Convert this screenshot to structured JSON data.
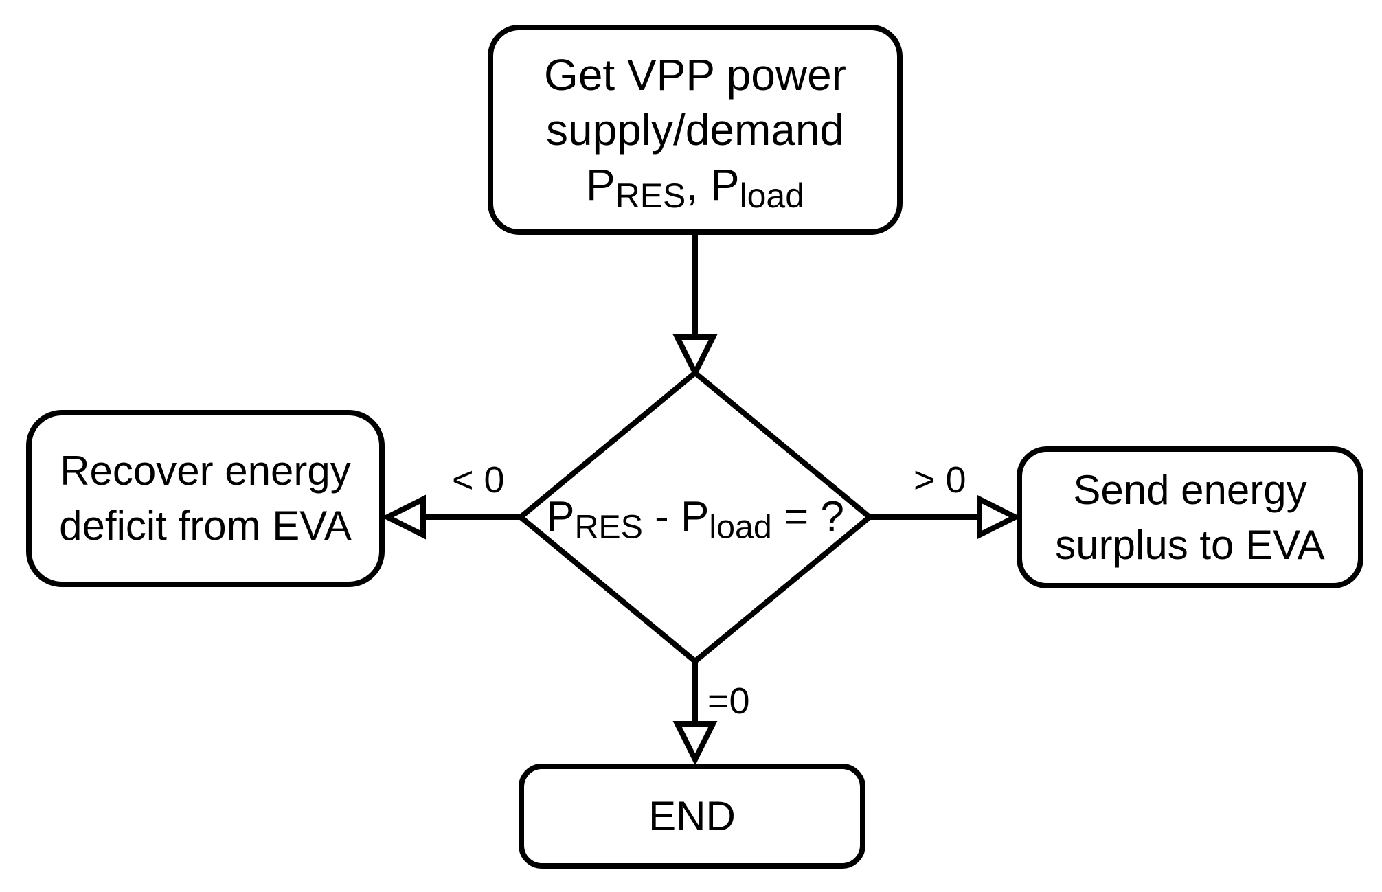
{
  "nodes": {
    "start": {
      "lines": [
        "Get VPP power",
        "supply/demand"
      ],
      "formula": {
        "p1": "P",
        "sub1": "RES",
        "comma": ", ",
        "p2": "P",
        "sub2": "load"
      }
    },
    "decision": {
      "p1": "P",
      "sub1": "RES",
      "op": " - ",
      "p2": "P",
      "sub2": "load",
      "eq": " = ?"
    },
    "left": {
      "lines": [
        "Recover energy",
        "deficit from EVA"
      ]
    },
    "right": {
      "lines": [
        "Send energy",
        "surplus to EVA"
      ]
    },
    "end": {
      "label": "END"
    }
  },
  "edge_labels": {
    "lt": "< 0",
    "gt": "> 0",
    "eq": "=0"
  },
  "colors": {
    "stroke": "#000000",
    "background": "#ffffff"
  }
}
